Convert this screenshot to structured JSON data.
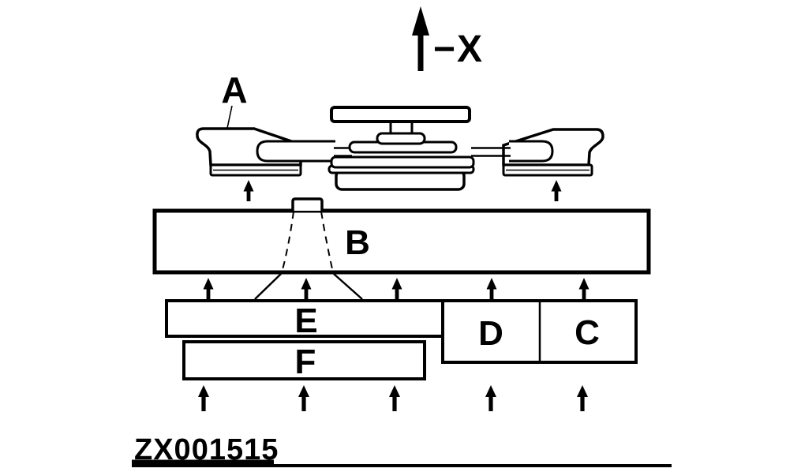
{
  "figure": {
    "code": "ZX001515",
    "axis_label": "−X"
  },
  "labels": {
    "a": "A",
    "b": "B",
    "c": "C",
    "d": "D",
    "e": "E",
    "f": "F"
  },
  "icons": {
    "direction_arrows": "up-arrow",
    "big_axis_arrow": "up-arrow"
  },
  "colors": {
    "ink": "#000000",
    "paper": "#ffffff"
  }
}
